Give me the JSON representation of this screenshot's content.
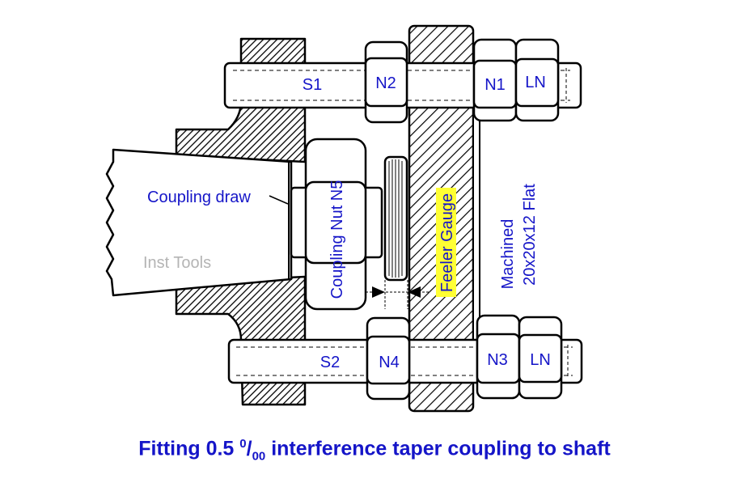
{
  "labels": {
    "s1": "S1",
    "s2": "S2",
    "n1": "N1",
    "n2": "N2",
    "n3": "N3",
    "n4": "N4",
    "ln_top": "LN",
    "ln_bottom": "LN",
    "coupling_draw": "Coupling draw",
    "coupling_nut": "Coupling Nut N5",
    "feeler_gauge": "Feeler Gauge",
    "machined_line1": "Machined",
    "machined_line2": "20x20x12 Flat",
    "watermark": "Inst Tools"
  },
  "caption": {
    "part1": "Fitting 0.5 ",
    "sup": "0",
    "slash": "/",
    "sub": "00",
    "part2": " interference taper coupling to shaft"
  },
  "colors": {
    "label_blue": "#1515c8",
    "highlight_yellow": "#ffff33",
    "outline": "#000000",
    "watermark_gray": "#b4b4b4"
  }
}
